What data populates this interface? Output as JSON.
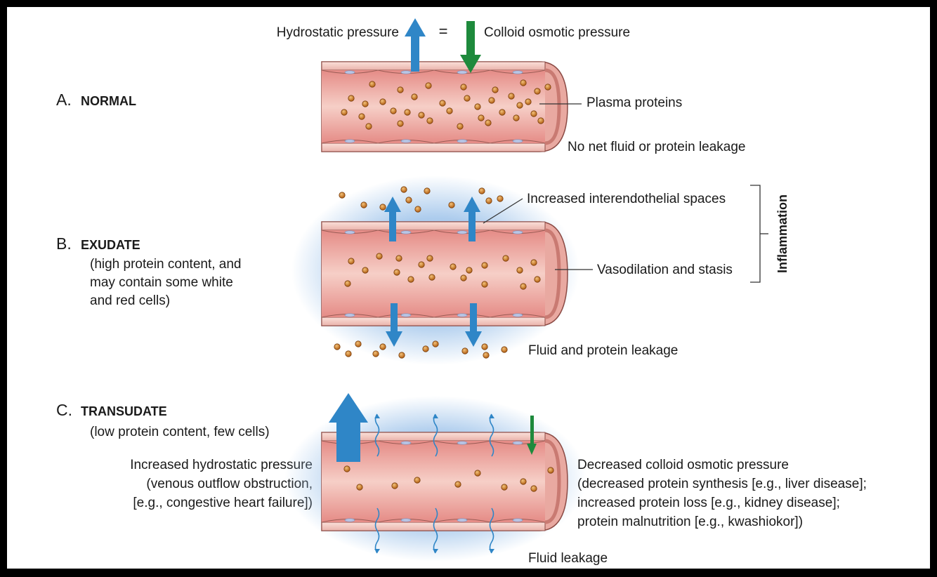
{
  "colors": {
    "vessel_wall": "#f3c3bd",
    "vessel_lumen": "#d9736f",
    "vessel_outline": "#8b4a44",
    "protein": "#c9761c",
    "blue_arrow": "#2f86c7",
    "green_arrow": "#1e8a3c",
    "halo": "#9ec3ea"
  },
  "panel_a": {
    "letter": "A.",
    "title": "NORMAL",
    "hydrostatic": "Hydrostatic pressure",
    "equals": "=",
    "colloid": "Colloid osmotic pressure",
    "plasma_proteins": "Plasma proteins",
    "no_leak": "No net fluid or protein leakage"
  },
  "panel_b": {
    "letter": "B.",
    "title": "EXUDATE",
    "desc": [
      "(high protein content, and",
      "may contain some white",
      "and red cells)"
    ],
    "spaces": "Increased interendothelial spaces",
    "vasodilation": "Vasodilation and stasis",
    "inflammation": "Inflammation",
    "leakage": "Fluid and protein leakage"
  },
  "panel_c": {
    "letter": "C.",
    "title": "TRANSUDATE",
    "desc": "(low protein content, few cells)",
    "hydro": [
      "Increased hydrostatic pressure",
      "(venous outflow obstruction,",
      "[e.g., congestive heart failure])"
    ],
    "colloid": [
      "Decreased colloid osmotic pressure",
      "(decreased protein synthesis [e.g., liver disease];",
      "increased protein loss [e.g., kidney disease];",
      "protein malnutrition [e.g., kwashiokor])"
    ],
    "leakage": "Fluid leakage"
  }
}
